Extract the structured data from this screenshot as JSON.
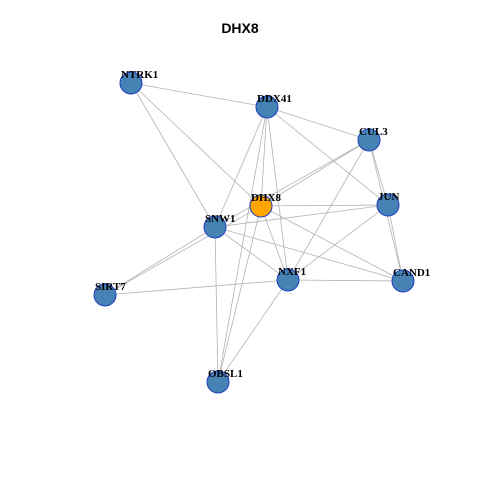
{
  "title": "DHX8",
  "colors": {
    "node_fill": "#4682b4",
    "center_fill": "#ffa500",
    "node_border": "#1f3fbf",
    "edge": "#b3b3b3"
  },
  "nodes": [
    {
      "id": "NTRK1",
      "label": "NTRK1",
      "center": false
    },
    {
      "id": "DDX41",
      "label": "DDX41",
      "center": false
    },
    {
      "id": "CUL3",
      "label": "CUL3",
      "center": false
    },
    {
      "id": "DHX8",
      "label": "DHX8",
      "center": true
    },
    {
      "id": "JUN",
      "label": "JUN",
      "center": false
    },
    {
      "id": "SNW1",
      "label": "SNW1",
      "center": false
    },
    {
      "id": "NXF1",
      "label": "NXF1",
      "center": false
    },
    {
      "id": "CAND1",
      "label": "CAND1",
      "center": false
    },
    {
      "id": "SIRT7",
      "label": "SIRT7",
      "center": false
    },
    {
      "id": "OBSL1",
      "label": "OBSL1",
      "center": false
    }
  ],
  "edges": [
    [
      "NTRK1",
      "DDX41"
    ],
    [
      "NTRK1",
      "DHX8"
    ],
    [
      "NTRK1",
      "SNW1"
    ],
    [
      "DDX41",
      "CUL3"
    ],
    [
      "DDX41",
      "JUN"
    ],
    [
      "DDX41",
      "DHX8"
    ],
    [
      "DDX41",
      "SNW1"
    ],
    [
      "DDX41",
      "NXF1"
    ],
    [
      "DDX41",
      "OBSL1"
    ],
    [
      "CUL3",
      "DHX8"
    ],
    [
      "CUL3",
      "SNW1"
    ],
    [
      "CUL3",
      "JUN"
    ],
    [
      "CUL3",
      "NXF1"
    ],
    [
      "CUL3",
      "CAND1"
    ],
    [
      "DHX8",
      "JUN"
    ],
    [
      "DHX8",
      "NXF1"
    ],
    [
      "DHX8",
      "CAND1"
    ],
    [
      "DHX8",
      "OBSL1"
    ],
    [
      "JUN",
      "SNW1"
    ],
    [
      "JUN",
      "NXF1"
    ],
    [
      "JUN",
      "CAND1"
    ],
    [
      "SNW1",
      "NXF1"
    ],
    [
      "SNW1",
      "CAND1"
    ],
    [
      "SNW1",
      "SIRT7"
    ],
    [
      "SNW1",
      "OBSL1"
    ],
    [
      "NXF1",
      "CAND1"
    ],
    [
      "NXF1",
      "SIRT7"
    ],
    [
      "NXF1",
      "OBSL1"
    ],
    [
      "SIRT7",
      "DHX8"
    ]
  ]
}
